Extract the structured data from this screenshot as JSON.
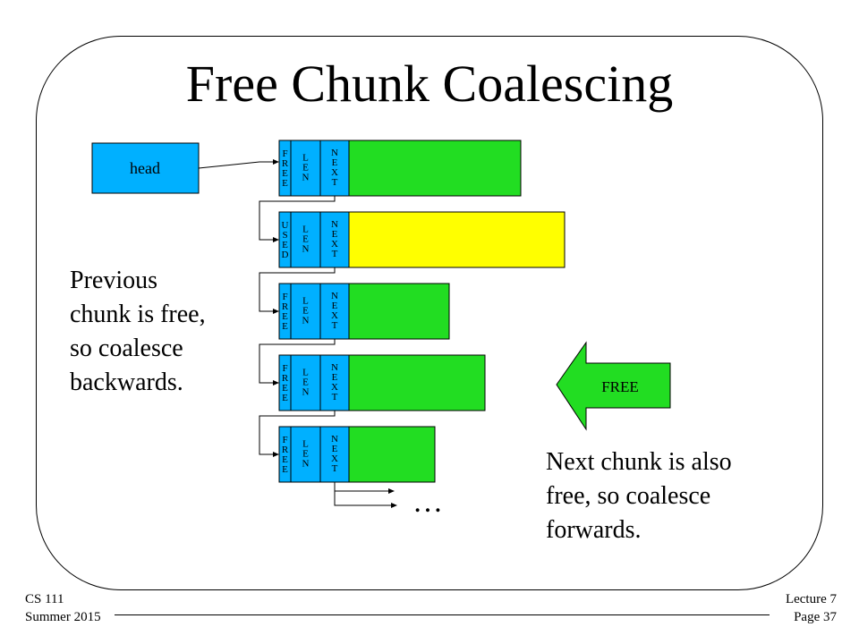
{
  "slide": {
    "title": "Free Chunk Coalescing",
    "left_text": [
      "Previous",
      "chunk is free,",
      "so coalesce",
      "backwards."
    ],
    "right_text": [
      "Next chunk is also",
      "free, so coalesce",
      "forwards."
    ]
  },
  "diagram": {
    "head_label": "head",
    "arrow_label": "FREE",
    "ellipsis": "…",
    "chunks": [
      {
        "status": "FREE",
        "len_label": "LEN",
        "next_label": "NEXT",
        "fill": "#22dd22"
      },
      {
        "status": "USED",
        "len_label": "LEN",
        "next_label": "NEXT",
        "fill": "#ffff00"
      },
      {
        "status": "FREE",
        "len_label": "LEN",
        "next_label": "NEXT",
        "fill": "#22dd22"
      },
      {
        "status": "FREE",
        "len_label": "LEN",
        "next_label": "NEXT",
        "fill": "#22dd22"
      },
      {
        "status": "FREE",
        "len_label": "LEN",
        "next_label": "NEXT",
        "fill": "#22dd22"
      }
    ],
    "colors": {
      "header": "#00b0ff",
      "free": "#22dd22",
      "used": "#ffff00"
    }
  },
  "footer": {
    "left": [
      "CS 111",
      "Summer 2015"
    ],
    "right": [
      "Lecture 7",
      "Page 37"
    ]
  }
}
